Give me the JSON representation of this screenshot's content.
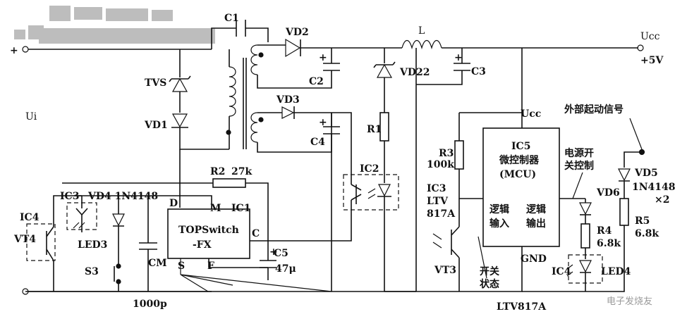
{
  "labels": {
    "in_plus": "+",
    "ui": "Ui",
    "tvs": "TVS",
    "vd1": "VD1",
    "c1": "C1",
    "vd2": "VD2",
    "l": "L",
    "ucc_out": "Ucc",
    "v5": "+5V",
    "c2": "C2",
    "vd22": "VD22",
    "c3": "C3",
    "vd3": "VD3",
    "c4": "C4",
    "r1": "R1",
    "ic2": "IC2",
    "ucc_mcu": "Ucc",
    "ic5": "IC5",
    "mcu_cn": "微控制器",
    "mcu_en": "(MCU)",
    "logic_in_1": "逻辑",
    "logic_in_2": "输入",
    "logic_out_1": "逻辑",
    "logic_out_2": "输出",
    "gnd": "GND",
    "r3": "R3",
    "r3_val": "100k",
    "ic3b": "IC3",
    "ltv": "LTV",
    "ltv_num": "817A",
    "vt3": "VT3",
    "sw_state_1": "开关",
    "sw_state_2": "状态",
    "ltv817a": "LTV817A",
    "power_sw_1": "电源开",
    "power_sw_2": "关控制",
    "ext_start": "外部起动信号",
    "vd5": "VD5",
    "vd5_val": "1N4148",
    "vd5_x2": "×2",
    "vd6": "VD6",
    "r4": "R4",
    "r4_val": "6.8k",
    "r5": "R5",
    "r5_val": "6.8k",
    "ic4r": "IC4",
    "led4": "LED4",
    "ic3": "IC3",
    "vd4": "VD4 1N4148",
    "r2": "R2",
    "r2_val": "27k",
    "ic4": "IC4",
    "vt4": "VT4",
    "led3": "LED3",
    "s3": "S3",
    "cm": "CM",
    "c5": "C5",
    "c5_val": "47μ",
    "cap_1000p": "1000p",
    "top_1": "TOPSwitch",
    "top_2": "-FX",
    "ic1": "IC1",
    "pin_d": "D",
    "pin_m": "M",
    "pin_c": "C",
    "pin_s": "S",
    "pin_f": "F",
    "watermark": "电子发烧友"
  }
}
